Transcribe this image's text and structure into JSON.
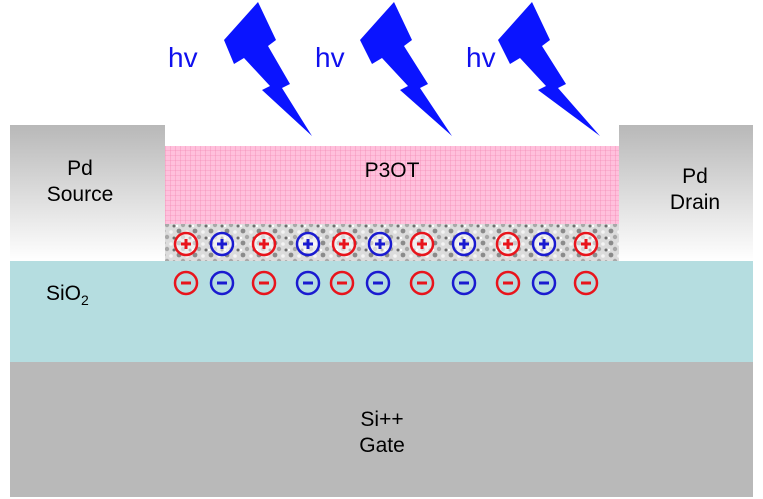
{
  "labels": {
    "source_line1": "Pd",
    "source_line2": "Source",
    "drain_line1": "Pd",
    "drain_line2": "Drain",
    "semiconductor": "P3OT",
    "oxide_base": "SiO",
    "oxide_sub": "2",
    "gate_line1": "Si++",
    "gate_line2": "Gate",
    "photon": "hv"
  },
  "colors": {
    "electrode_gradient_top": "#b8b8b8",
    "electrode_gradient_bottom": "#ffffff",
    "p3ot_fill": "#ffc0dc",
    "p3ot_grid": "#f07aa8",
    "oxide": "#b5dde0",
    "gate": "#b9b9b9",
    "lightning": "#0a14ff",
    "charge_red": "#e8141c",
    "charge_blue": "#1a1ad0"
  },
  "charges": {
    "positive": [
      "red",
      "blue",
      "red",
      "blue",
      "red",
      "blue",
      "red",
      "blue",
      "red",
      "blue",
      "red"
    ],
    "negative": [
      "red",
      "blue",
      "red",
      "blue",
      "red",
      "blue",
      "red",
      "blue",
      "red",
      "blue",
      "red"
    ]
  }
}
